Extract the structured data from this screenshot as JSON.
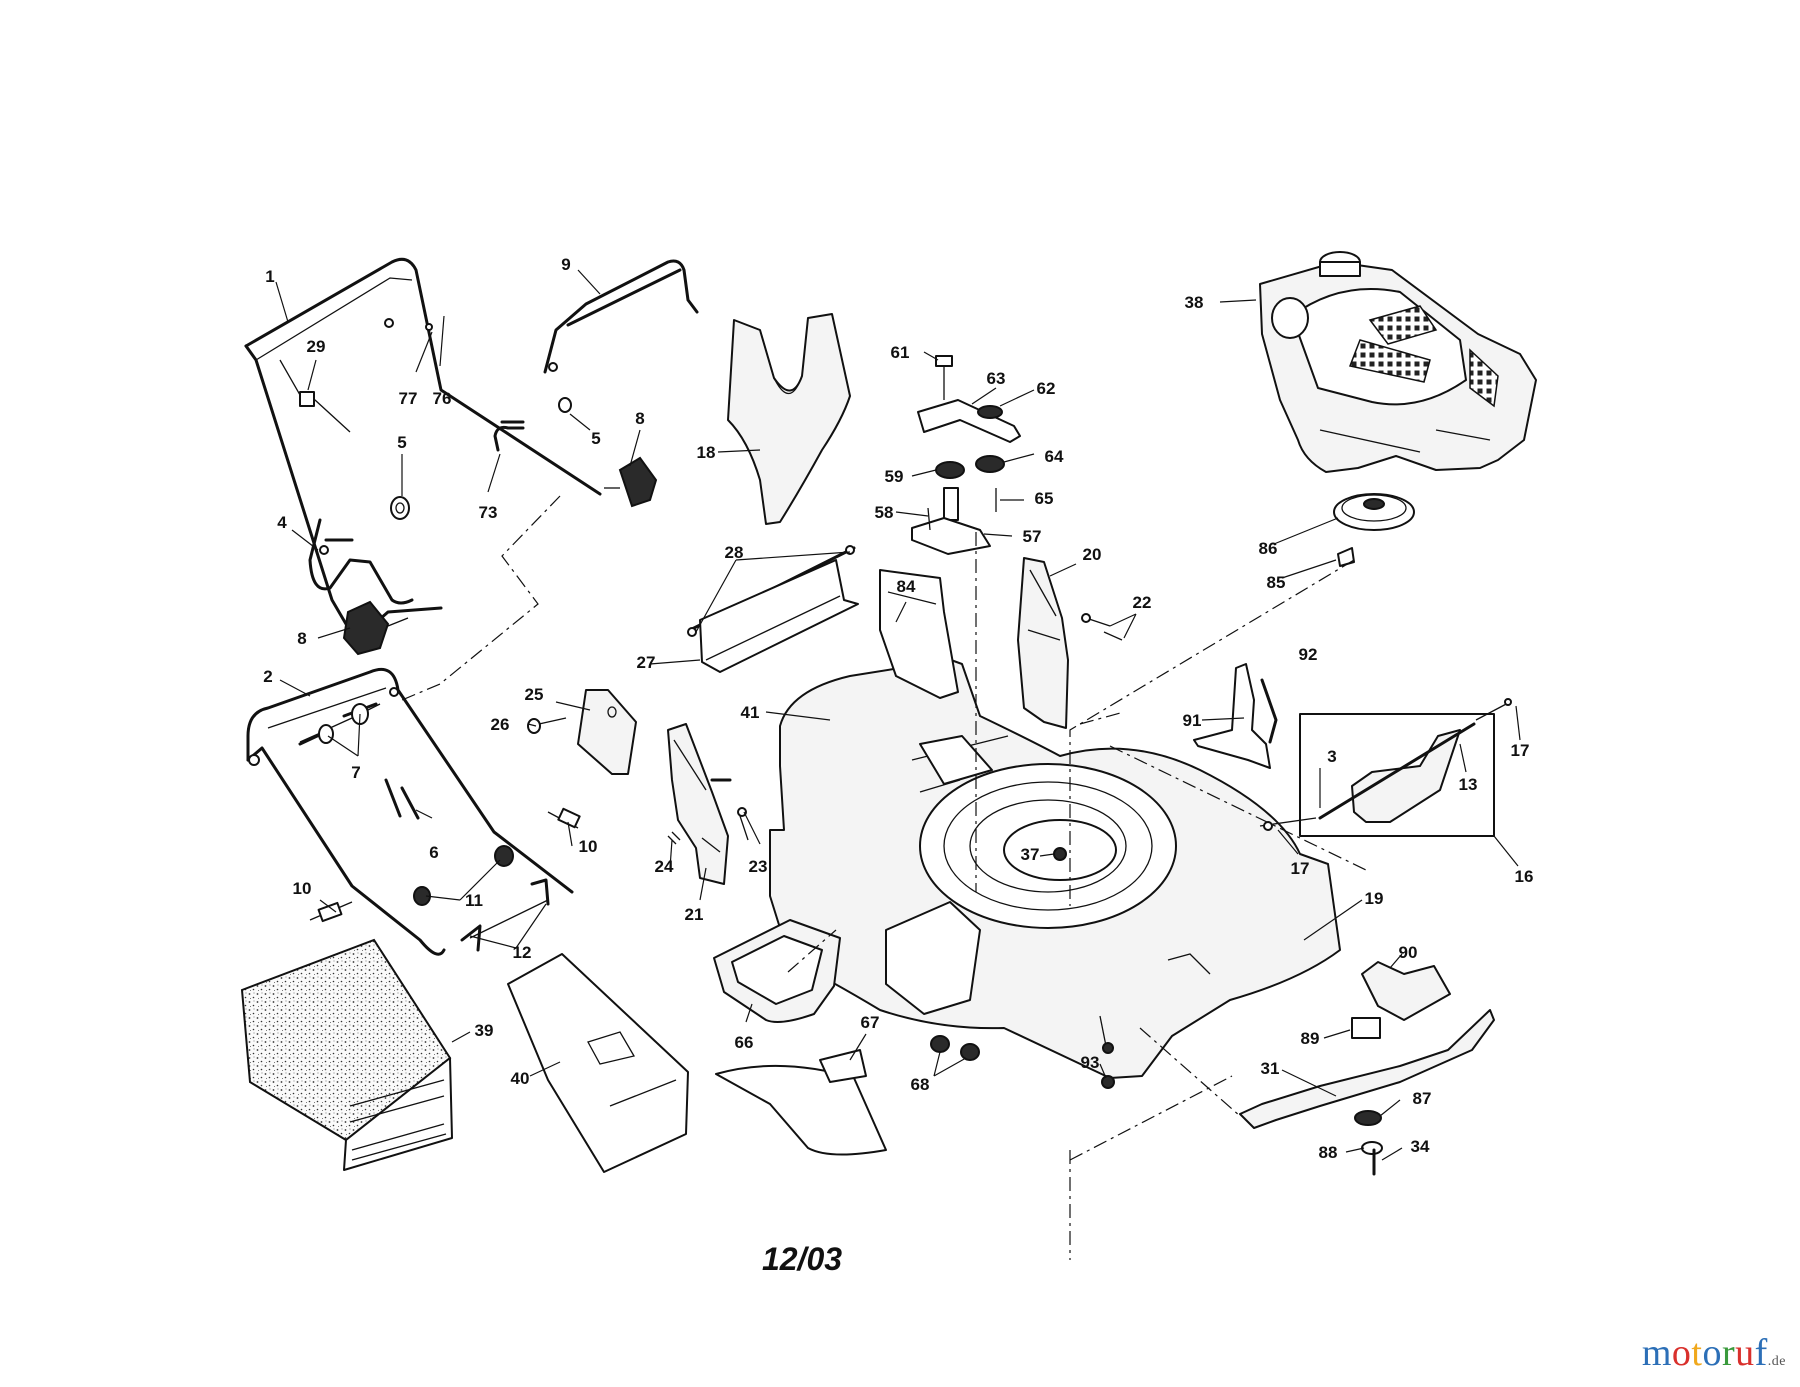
{
  "diagram": {
    "date_code": "12/03",
    "callouts": [
      "1",
      "29",
      "77",
      "76",
      "9",
      "5",
      "5",
      "73",
      "8",
      "4",
      "8",
      "2",
      "7",
      "6",
      "10",
      "11",
      "10",
      "12",
      "39",
      "40",
      "18",
      "28",
      "27",
      "25",
      "26",
      "61",
      "63",
      "62",
      "64",
      "59",
      "58",
      "65",
      "57",
      "84",
      "20",
      "22",
      "41",
      "21",
      "23",
      "24",
      "66",
      "67",
      "68",
      "38",
      "86",
      "85",
      "92",
      "91",
      "3",
      "13",
      "17",
      "17",
      "16",
      "19",
      "37",
      "90",
      "89",
      "31",
      "87",
      "88",
      "34",
      "93"
    ]
  },
  "watermark": {
    "parts": [
      {
        "text": "m",
        "color": "#2c6fb7"
      },
      {
        "text": "o",
        "color": "#d9302c"
      },
      {
        "text": "t",
        "color": "#f0a81c"
      },
      {
        "text": "o",
        "color": "#2c6fb7"
      },
      {
        "text": "r",
        "color": "#3a9a3c"
      },
      {
        "text": "u",
        "color": "#d9302c"
      },
      {
        "text": "f",
        "color": "#2c6fb7"
      }
    ],
    "suffix": ".de"
  }
}
